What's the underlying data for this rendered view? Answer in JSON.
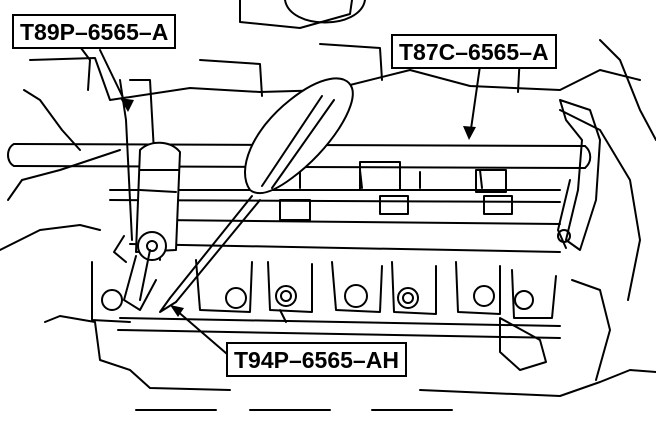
{
  "callouts": {
    "tool_a": "T89P–6565–A",
    "tool_b": "T87C–6565–A",
    "tool_c": "T94P–6565–AH"
  },
  "colors": {
    "ink": "#000000",
    "paper": "#ffffff"
  }
}
